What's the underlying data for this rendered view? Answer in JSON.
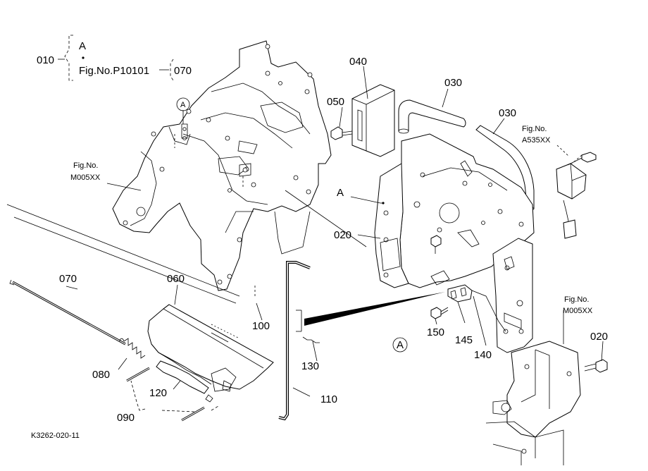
{
  "callouts": {
    "p010": "010",
    "ref_a": "A",
    "fig_p10101": "Fig.No.P10101",
    "p070_top": "070",
    "p040": "040",
    "p030_a": "030",
    "p030_b": "030",
    "p050": "050",
    "fig_a535_no": "Fig.No.",
    "fig_a535_code": "A535XX",
    "ref_a_circle_top": "A",
    "fig_m005_left_no": "Fig.No.",
    "fig_m005_left_code": "M005XX",
    "ref_a_plate": "A",
    "p020_mid": "020",
    "p070": "070",
    "p060": "060",
    "p100": "100",
    "ref_a_circle_mid": "A",
    "p150": "150",
    "p145": "145",
    "p140": "140",
    "fig_m005_right_no": "Fig.No.",
    "fig_m005_right_code": "M005XX",
    "p020_right": "020",
    "p080": "080",
    "p130": "130",
    "p120": "120",
    "p110": "110",
    "p090": "090",
    "drawing_no": "K3262-020-11"
  }
}
